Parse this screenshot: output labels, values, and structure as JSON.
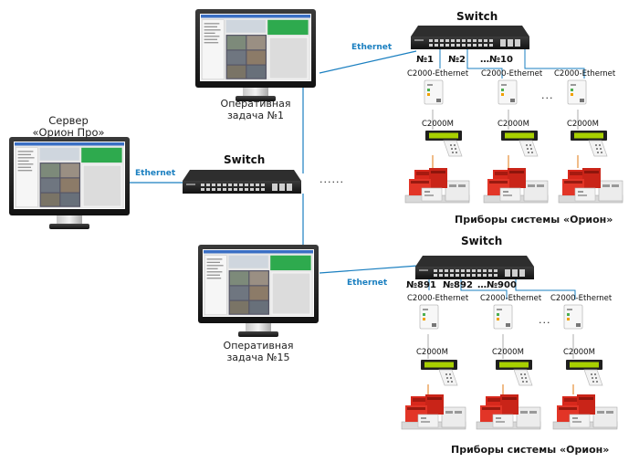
{
  "server": {
    "label_line1": "Сервер",
    "label_line2": "«Орион Про»"
  },
  "workstation1": {
    "label_line1": "Оперативная",
    "label_line2": "задача №1"
  },
  "workstation15": {
    "label_line1": "Оперативная",
    "label_line2": "задача №15"
  },
  "central_switch": {
    "title": "Switch"
  },
  "top_switch": {
    "title": "Switch"
  },
  "bottom_switch": {
    "title": "Switch"
  },
  "links": {
    "server_eth": "Ethernet",
    "ws1_eth": "Ethernet",
    "ws15_eth": "Ethernet",
    "between_dots": "......"
  },
  "top_group": {
    "ports": [
      "№1",
      "№2",
      "…№10"
    ],
    "converter": "C2000-Ethernet",
    "controller": "C2000M",
    "ellipsis": "...",
    "caption": "Приборы системы «Орион»"
  },
  "bottom_group": {
    "ports": [
      "№891",
      "№892",
      "…№900"
    ],
    "converter": "C2000-Ethernet",
    "controller": "C2000M",
    "ellipsis": "...",
    "caption": "Приборы системы «Орион»"
  },
  "colors": {
    "link_line": "#1a7fc0",
    "console_line": "#e07a10",
    "device_red": "#d8281c",
    "monitor_frame": "#1e1e1e",
    "green_panel": "#2eaa4e"
  }
}
